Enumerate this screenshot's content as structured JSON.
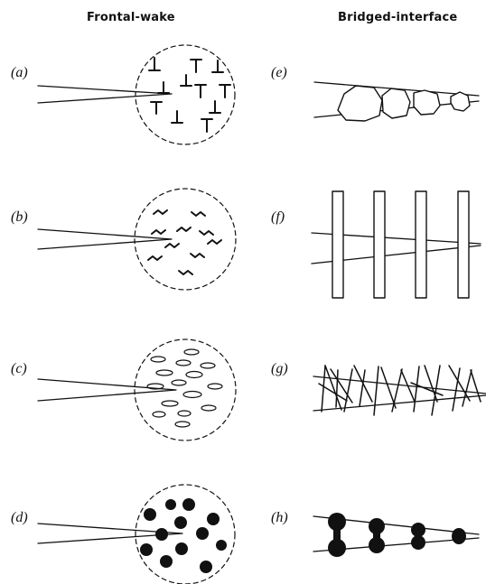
{
  "headings": {
    "left": "Frontal-wake",
    "right": "Bridged-interface"
  },
  "panels": [
    {
      "id": "a",
      "label": "(a)"
    },
    {
      "id": "b",
      "label": "(b)"
    },
    {
      "id": "c",
      "label": "(c)"
    },
    {
      "id": "d",
      "label": "(d)"
    },
    {
      "id": "e",
      "label": "(e)"
    },
    {
      "id": "f",
      "label": "(f)"
    },
    {
      "id": "g",
      "label": "(g)"
    },
    {
      "id": "h",
      "label": "(h)"
    }
  ]
}
